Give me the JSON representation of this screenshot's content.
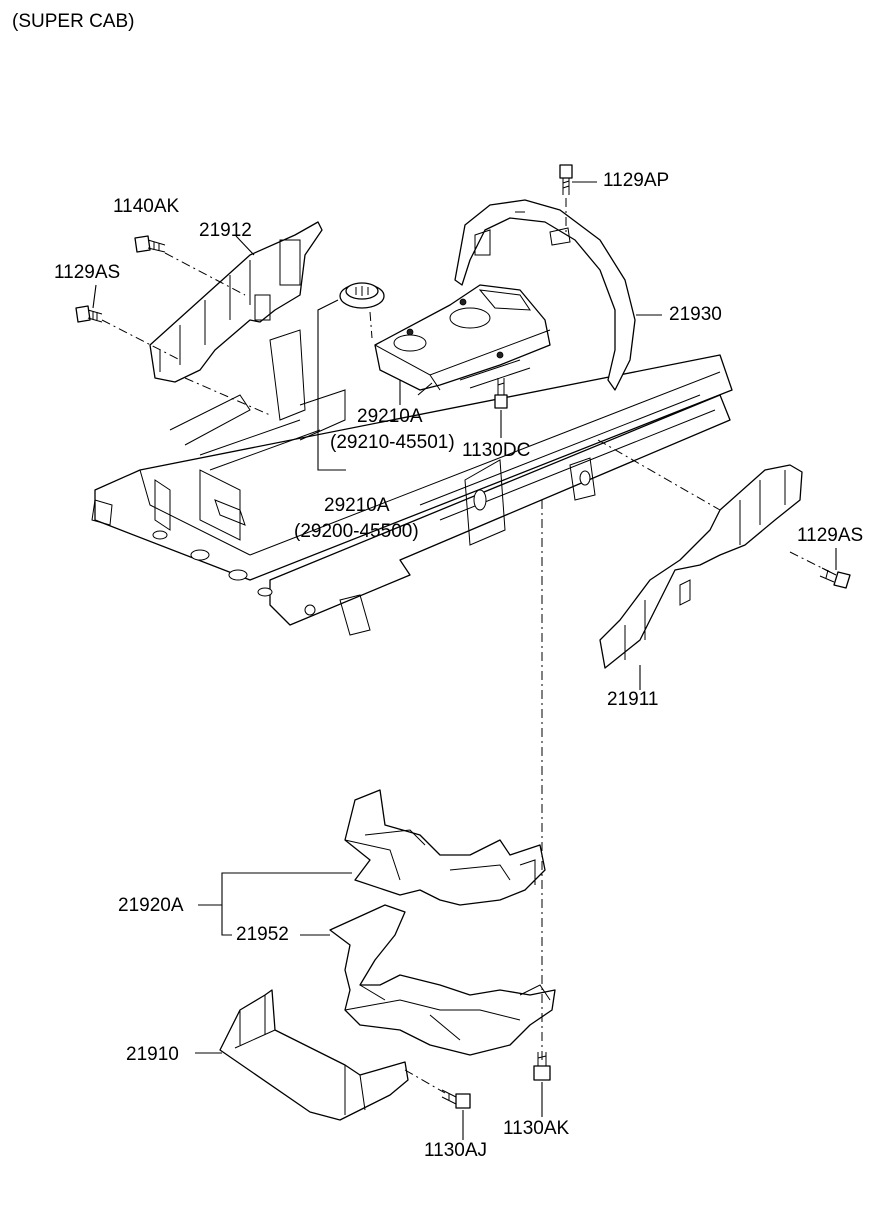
{
  "header": {
    "title": "(SUPER CAB)"
  },
  "parts": {
    "p1129AP": "1129AP",
    "p1140AK": "1140AK",
    "p21912": "21912",
    "p1129AS_top": "1129AS",
    "p21930": "21930",
    "p29210A_a": "29210A",
    "p29210A_a_sub": "(29210-45501)",
    "p1130DC": "1130DC",
    "p29210A_b": "29210A",
    "p29210A_b_sub": "(29200-45500)",
    "p1129AS_right": "1129AS",
    "p21911": "21911",
    "p21920A": "21920A",
    "p21952": "21952",
    "p21910": "21910",
    "p1130AK": "1130AK",
    "p1130AJ": "1130AJ"
  }
}
